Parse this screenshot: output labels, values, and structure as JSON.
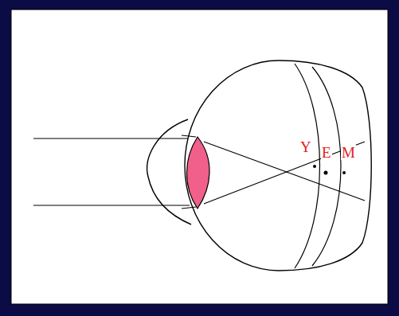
{
  "diagram": {
    "labels": [
      "Y",
      "E",
      "M"
    ]
  }
}
